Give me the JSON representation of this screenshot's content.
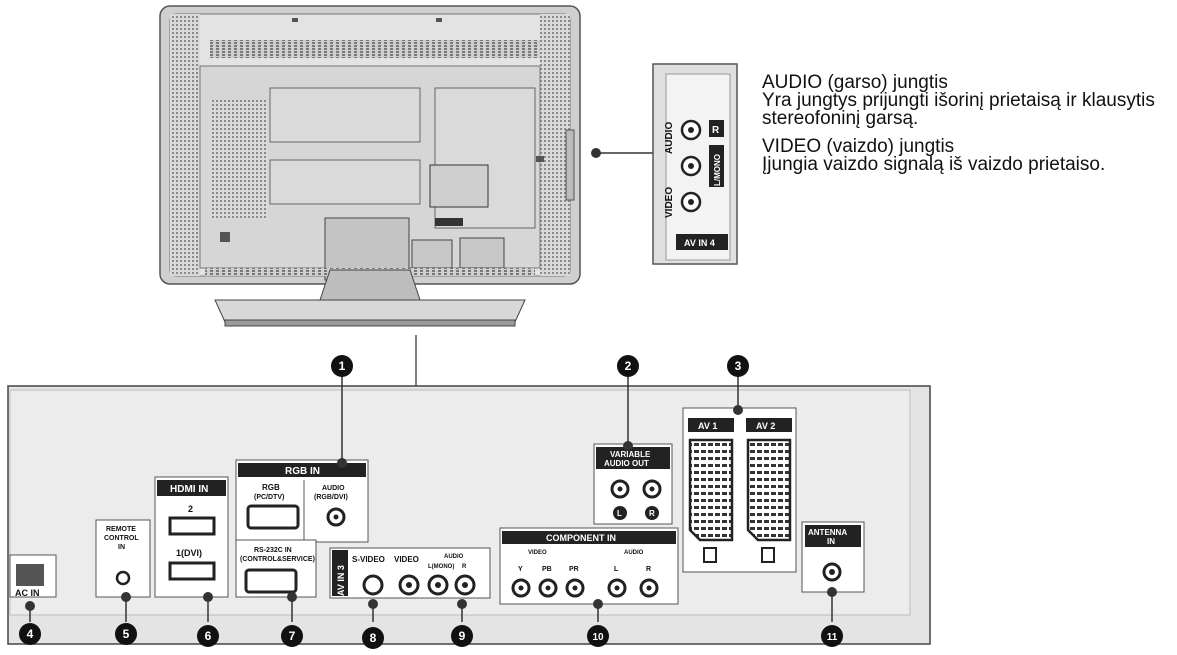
{
  "side_panel": {
    "audio_label": "AUDIO",
    "r_label": "R",
    "lmono_label": "L/MONO",
    "video_label": "VIDEO",
    "avin4_label": "AV IN 4"
  },
  "descriptions": {
    "audio_title": "AUDIO (garso) jungtis",
    "audio_body": "Yra jungtys prijungti išorinį prietaisą ir klausytis stereofoninį garsą.",
    "video_title": "VIDEO (vaizdo) jungtis",
    "video_body": "Įjungia vaizdo signalą iš vaizdo prietaiso."
  },
  "panel": {
    "ac_in": "AC IN",
    "remote_control_in_1": "REMOTE",
    "remote_control_in_2": "CONTROL",
    "remote_control_in_3": "IN",
    "hdmi_in": "HDMI IN",
    "hdmi_2": "2",
    "hdmi_1": "1(DVI)",
    "rgb_in": "RGB IN",
    "rgb_pc_1": "RGB",
    "rgb_pc_2": "(PC/DTV)",
    "rgb_audio_1": "AUDIO",
    "rgb_audio_2": "(RGB/DVI)",
    "rs232_1": "RS-232C IN",
    "rs232_2": "(CONTROL&SERVICE)",
    "av_in3": "AV IN 3",
    "s_video": "S-VIDEO",
    "video": "VIDEO",
    "audio": "AUDIO",
    "l_mono": "L(MONO)",
    "r": "R",
    "component_in": "COMPONENT IN",
    "comp_video": "VIDEO",
    "comp_audio": "AUDIO",
    "y": "Y",
    "pb": "PB",
    "pr": "PR",
    "l": "L",
    "variable_1": "VARIABLE",
    "variable_2": "AUDIO OUT",
    "var_l": "L",
    "var_r": "R",
    "av1": "AV 1",
    "av2": "AV 2",
    "antenna_1": "ANTENNA",
    "antenna_2": "IN"
  },
  "callouts": {
    "n1": "1",
    "n2": "2",
    "n3": "3",
    "n4": "4",
    "n5": "5",
    "n6": "6",
    "n7": "7",
    "n8": "8",
    "n9": "9",
    "n10": "10",
    "n11": "11"
  }
}
